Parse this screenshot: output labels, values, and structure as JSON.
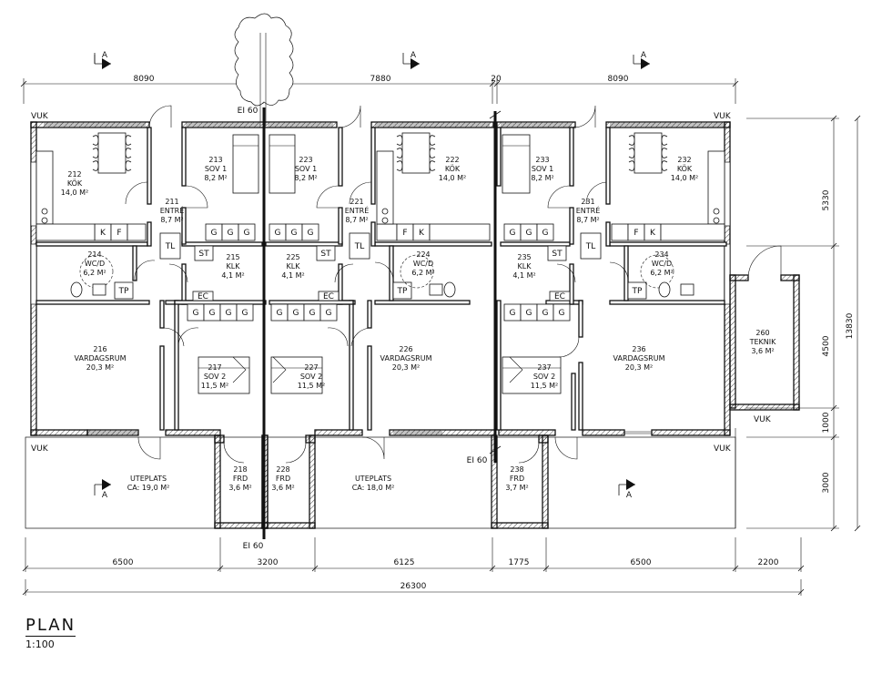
{
  "title": "PLAN",
  "scale": "1:100",
  "rooms": [
    {
      "num": "212",
      "name": "KÖK",
      "area": "14,0 M²"
    },
    {
      "num": "211",
      "name": "ENTRÉ",
      "area": "8,7 M²"
    },
    {
      "num": "213",
      "name": "SOV 1",
      "area": "8,2 M²"
    },
    {
      "num": "223",
      "name": "SOV 1",
      "area": "8,2 M²"
    },
    {
      "num": "221",
      "name": "ENTRÉ",
      "area": "8,7 M²"
    },
    {
      "num": "222",
      "name": "KÖK",
      "area": "14,0 M²"
    },
    {
      "num": "233",
      "name": "SOV 1",
      "area": "8,2 M²"
    },
    {
      "num": "231",
      "name": "ENTRÉ",
      "area": "8,7 M²"
    },
    {
      "num": "232",
      "name": "KÖK",
      "area": "14,0 M²"
    },
    {
      "num": "214",
      "name": "WC/D",
      "area": "6,2 M²"
    },
    {
      "num": "215",
      "name": "KLK",
      "area": "4,1 M²"
    },
    {
      "num": "225",
      "name": "KLK",
      "area": "4,1 M²"
    },
    {
      "num": "224",
      "name": "WC/D",
      "area": "6,2 M²"
    },
    {
      "num": "235",
      "name": "KLK",
      "area": "4,1 M²"
    },
    {
      "num": "234",
      "name": "WC/D",
      "area": "6,2 M²"
    },
    {
      "num": "216",
      "name": "VARDAGSRUM",
      "area": "20,3 M²"
    },
    {
      "num": "217",
      "name": "SOV 2",
      "area": "11,5 M²"
    },
    {
      "num": "227",
      "name": "SOV 2",
      "area": "11,5 M²"
    },
    {
      "num": "226",
      "name": "VARDAGSRUM",
      "area": "20,3 M²"
    },
    {
      "num": "237",
      "name": "SOV 2",
      "area": "11,5 M²"
    },
    {
      "num": "236",
      "name": "VARDAGSRUM",
      "area": "20,3 M²"
    },
    {
      "num": "260",
      "name": "TEKNIK",
      "area": "3,6 M²"
    },
    {
      "num": "218",
      "name": "FRD",
      "area": "3,6 M²"
    },
    {
      "num": "228",
      "name": "FRD",
      "area": "3,6 M²"
    },
    {
      "num": "238",
      "name": "FRD",
      "area": "3,7 M²"
    },
    {
      "num": "",
      "name": "UTEPLATS",
      "area": "CA: 19,0 M²"
    },
    {
      "num": "",
      "name": "UTEPLATS",
      "area": "CA: 18,0 M²"
    }
  ],
  "top_dims": [
    "8090",
    "20",
    "7880",
    "20",
    "8090"
  ],
  "bottom_dims": [
    "6500",
    "3200",
    "6125",
    "1775",
    "6500",
    "2200"
  ],
  "total_dim": "26300",
  "right_dims": [
    "5330",
    "4500",
    "1000",
    "3000"
  ],
  "right_total": "13830",
  "section_marks": [
    "A",
    "A",
    "A",
    "A"
  ],
  "labels": {
    "vuk": "VUK",
    "fire_rating": "EI 60",
    "kitchen_fridge": "K",
    "kitchen_freezer": "F",
    "wardrobe": "G",
    "storage": "ST",
    "laundry_dryer": "TL",
    "tumble_dryer": "TP",
    "elcentral": "EC"
  }
}
